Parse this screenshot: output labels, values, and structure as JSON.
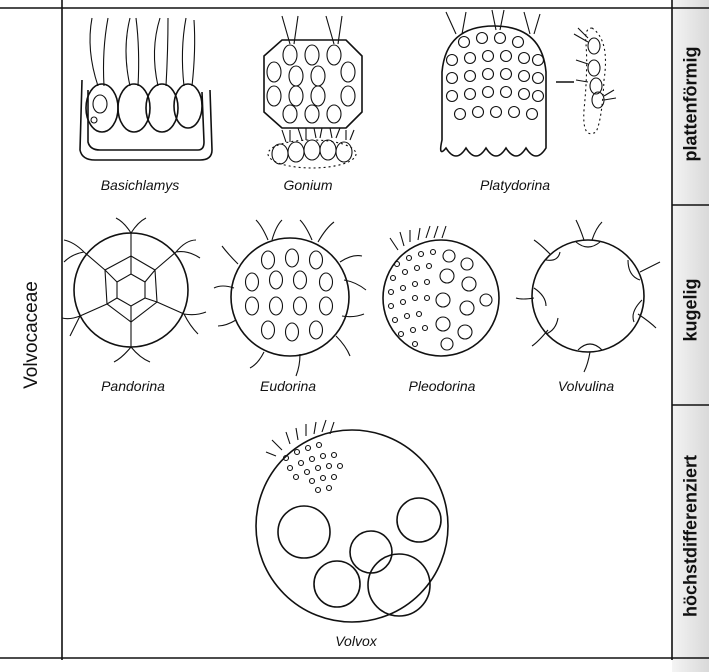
{
  "family_label": "Volvocaceae",
  "groups": [
    {
      "label": "plattenförmig"
    },
    {
      "label": "kugelig"
    },
    {
      "label": "höchstdifferenziert"
    }
  ],
  "organisms": [
    {
      "name": "Basichlamys"
    },
    {
      "name": "Gonium"
    },
    {
      "name": "Platydorina"
    },
    {
      "name": "Pandorina"
    },
    {
      "name": "Eudorina"
    },
    {
      "name": "Pleodorina"
    },
    {
      "name": "Volvulina"
    },
    {
      "name": "Volvox"
    }
  ]
}
